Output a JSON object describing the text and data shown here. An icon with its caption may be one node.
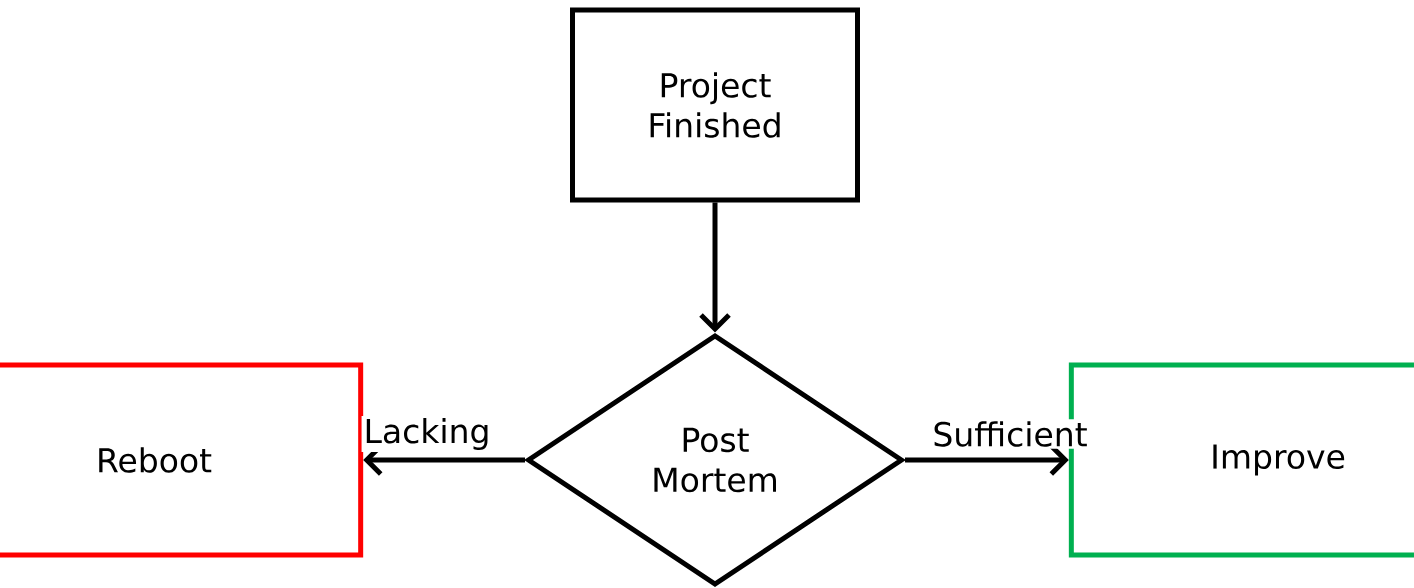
{
  "diagram": {
    "nodes": [
      {
        "text": [
          "Project Finished"
        ]
      },
      {
        "text": [
          "Post Mortem"
        ]
      },
      {
        "text": [
          "Reboot"
        ]
      },
      {
        "text": [
          "Improve"
        ]
      }
    ],
    "edges": [
      {
        "from": 0,
        "to": 1,
        "arrow": "to"
      },
      {
        "from": 1,
        "to": 2,
        "arrow": "to",
        "label": "Lacking"
      },
      {
        "from": 1,
        "to": 3,
        "arrow": "to",
        "label": "Sufficient"
      }
    ]
  }
}
